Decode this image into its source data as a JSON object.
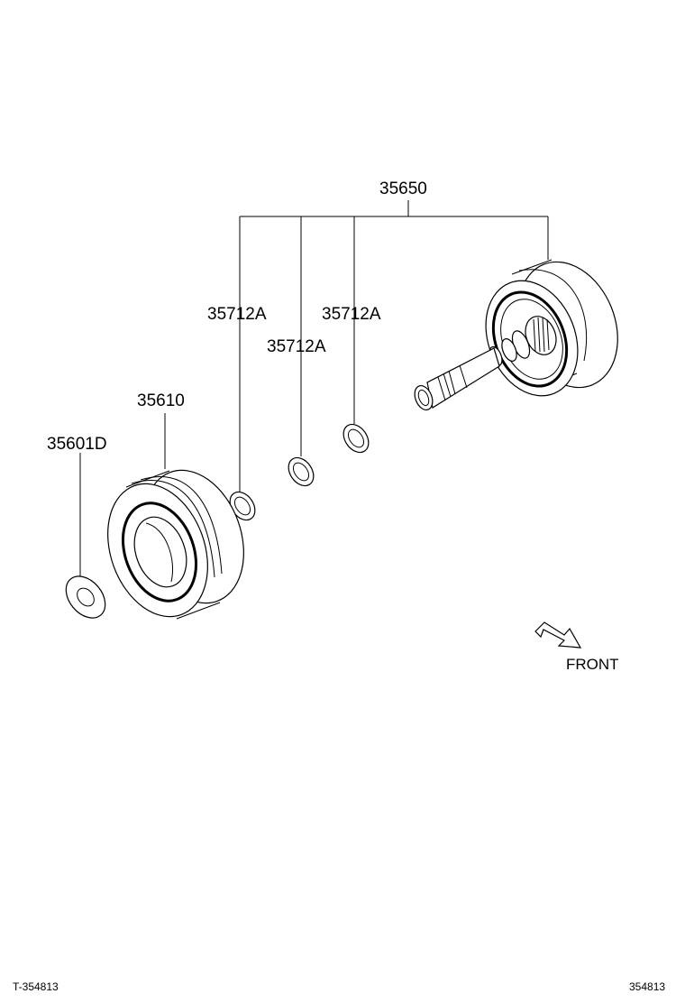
{
  "labels": {
    "assembly": "35650",
    "ring_a": "35712A",
    "ring_b": "35712A",
    "ring_c": "35712A",
    "drum": "35610",
    "washer": "35601D"
  },
  "direction": {
    "text": "FRONT"
  },
  "footer": {
    "left": "T-354813",
    "right": "354813"
  },
  "icons": {
    "direction_arrow": "front-arrow-icon"
  },
  "colors": {
    "ink": "#000000",
    "paper": "#ffffff"
  }
}
